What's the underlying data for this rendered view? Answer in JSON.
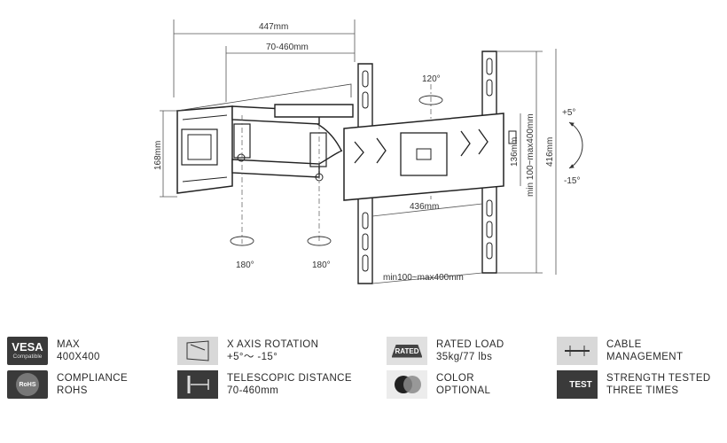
{
  "diagram": {
    "dims": {
      "overall_width": "447mm",
      "telescopic": "70-460mm",
      "arm_height": "168mm",
      "rotation_top": "120°",
      "rotation_left": "180°",
      "rotation_right": "180°",
      "plate_height": "136mm",
      "rail_height": "min 100~max400mm",
      "total_height": "416mm",
      "tilt_up": "+5°",
      "tilt_down": "-15°",
      "plate_width": "436mm",
      "rail_width": "min100~max400mm"
    }
  },
  "features": [
    {
      "id": "vesa",
      "badge_text": "VESA",
      "badge_sub": "Compatible",
      "line1": "MAX",
      "line2": "400X400"
    },
    {
      "id": "x-axis",
      "line1": "X AXIS ROTATION",
      "line2": "+5°～ -15°"
    },
    {
      "id": "rated-load",
      "badge_text": "RATED",
      "line1": "RATED LOAD",
      "line2": "35kg/77 lbs"
    },
    {
      "id": "cable",
      "line1": "CABLE",
      "line2": "MANAGEMENT"
    },
    {
      "id": "rohs",
      "badge_text": "RoHS",
      "line1": "COMPLIANCE",
      "line2": "ROHS"
    },
    {
      "id": "telescopic",
      "line1": "TELESCOPIC DISTANCE",
      "line2": "70-460mm"
    },
    {
      "id": "color",
      "line1": "COLOR",
      "line2": "OPTIONAL"
    },
    {
      "id": "strength",
      "badge_text": "TEST",
      "line1": "STRENGTH TESTED",
      "line2": "THREE TIMES"
    }
  ]
}
